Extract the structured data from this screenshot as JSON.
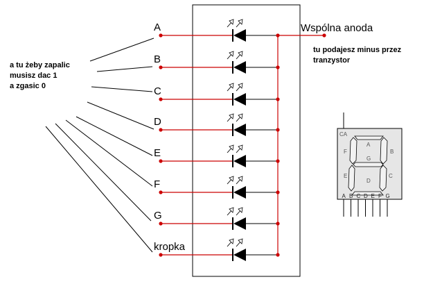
{
  "diagram": {
    "segments": [
      "A",
      "B",
      "C",
      "D",
      "E",
      "F",
      "G",
      "kropka"
    ],
    "common_label": "Wspólna anoda",
    "common_note": [
      "tu podajesz minus przez",
      "tranzystor"
    ],
    "left_note": [
      "a tu żeby zapalic",
      "musisz dac 1",
      "a zgasic 0"
    ],
    "display": {
      "corner_label": "CA",
      "segment_labels": {
        "A": "A",
        "B": "B",
        "C": "C",
        "D": "D",
        "E": "E",
        "F": "F",
        "G": "G"
      },
      "pin_labels": [
        "A",
        "B",
        "C",
        "D",
        "E",
        "F",
        "G"
      ]
    },
    "colors": {
      "wire": "#cc0000",
      "node": "#cc0000",
      "line": "#000000",
      "display_body": "#e6e6e6",
      "segment": "#f2f2f2"
    }
  }
}
